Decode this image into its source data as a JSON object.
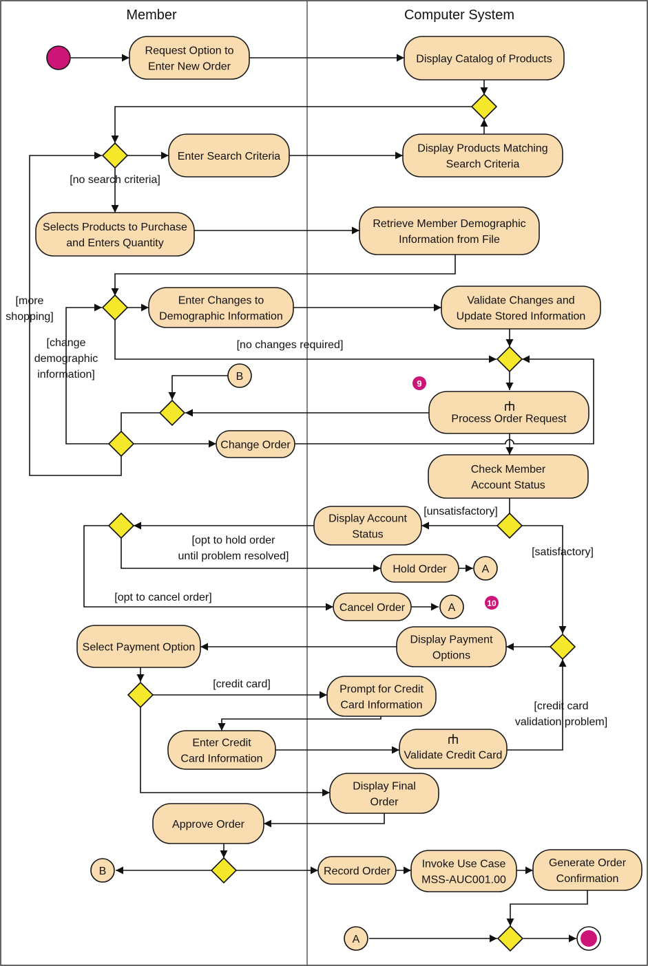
{
  "lanes": {
    "member": "Member",
    "system": "Computer System"
  },
  "activities": {
    "request_option": [
      "Request Option to",
      "Enter New Order"
    ],
    "display_catalog": [
      "Display Catalog of Products"
    ],
    "enter_search": [
      "Enter Search Criteria"
    ],
    "display_matching": [
      "Display Products Matching",
      "Search Criteria"
    ],
    "selects_products": [
      "Selects Products to Purchase",
      "and Enters Quantity"
    ],
    "retrieve_demographic": [
      "Retrieve Member Demographic",
      "Information from File"
    ],
    "enter_changes": [
      "Enter Changes to",
      "Demographic Information"
    ],
    "validate_changes": [
      "Validate Changes and",
      "Update Stored Information"
    ],
    "process_order": [
      "Process Order Request"
    ],
    "change_order": [
      "Change Order"
    ],
    "check_account": [
      "Check Member",
      "Account Status"
    ],
    "display_account": [
      "Display Account",
      "Status"
    ],
    "hold_order": [
      "Hold Order"
    ],
    "cancel_order": [
      "Cancel Order"
    ],
    "display_payment": [
      "Display Payment",
      "Options"
    ],
    "select_payment": [
      "Select Payment Option"
    ],
    "prompt_credit": [
      "Prompt for Credit",
      "Card Information"
    ],
    "enter_credit": [
      "Enter Credit",
      "Card Information"
    ],
    "validate_credit": [
      "Validate Credit Card"
    ],
    "display_final": [
      "Display Final",
      "Order"
    ],
    "approve_order": [
      "Approve Order"
    ],
    "record_order": [
      "Record Order"
    ],
    "invoke_use_case": [
      "Invoke Use Case",
      "MSS-AUC001.00"
    ],
    "generate_confirmation": [
      "Generate Order",
      "Confirmation"
    ]
  },
  "guards": {
    "no_search": [
      "[no search criteria]"
    ],
    "more_shopping": [
      "[more",
      "shopping]"
    ],
    "change_demo": [
      "[change",
      "demographic",
      "information]"
    ],
    "no_changes": [
      "[no changes required]"
    ],
    "unsatisfactory": [
      "[unsatisfactory]"
    ],
    "satisfactory": [
      "[satisfactory]"
    ],
    "opt_hold": [
      "[opt to hold order",
      "until problem resolved]"
    ],
    "opt_cancel": [
      "[opt to cancel order]"
    ],
    "credit_card": [
      "[credit card]"
    ],
    "credit_problem": [
      "[credit card",
      "validation problem]"
    ]
  },
  "connectors": {
    "b_top": "B",
    "a_hold": "A",
    "a_cancel": "A",
    "b_bottom": "B",
    "a_bottom": "A"
  },
  "callouts": {
    "c9": "9",
    "c10": "10"
  },
  "colors": {
    "activity_fill": "#f9dcb0",
    "decision_fill": "#f5e82a",
    "start_fill": "#cc1577",
    "callout_fill": "#cc1577",
    "stroke": "#1a1a1a"
  }
}
